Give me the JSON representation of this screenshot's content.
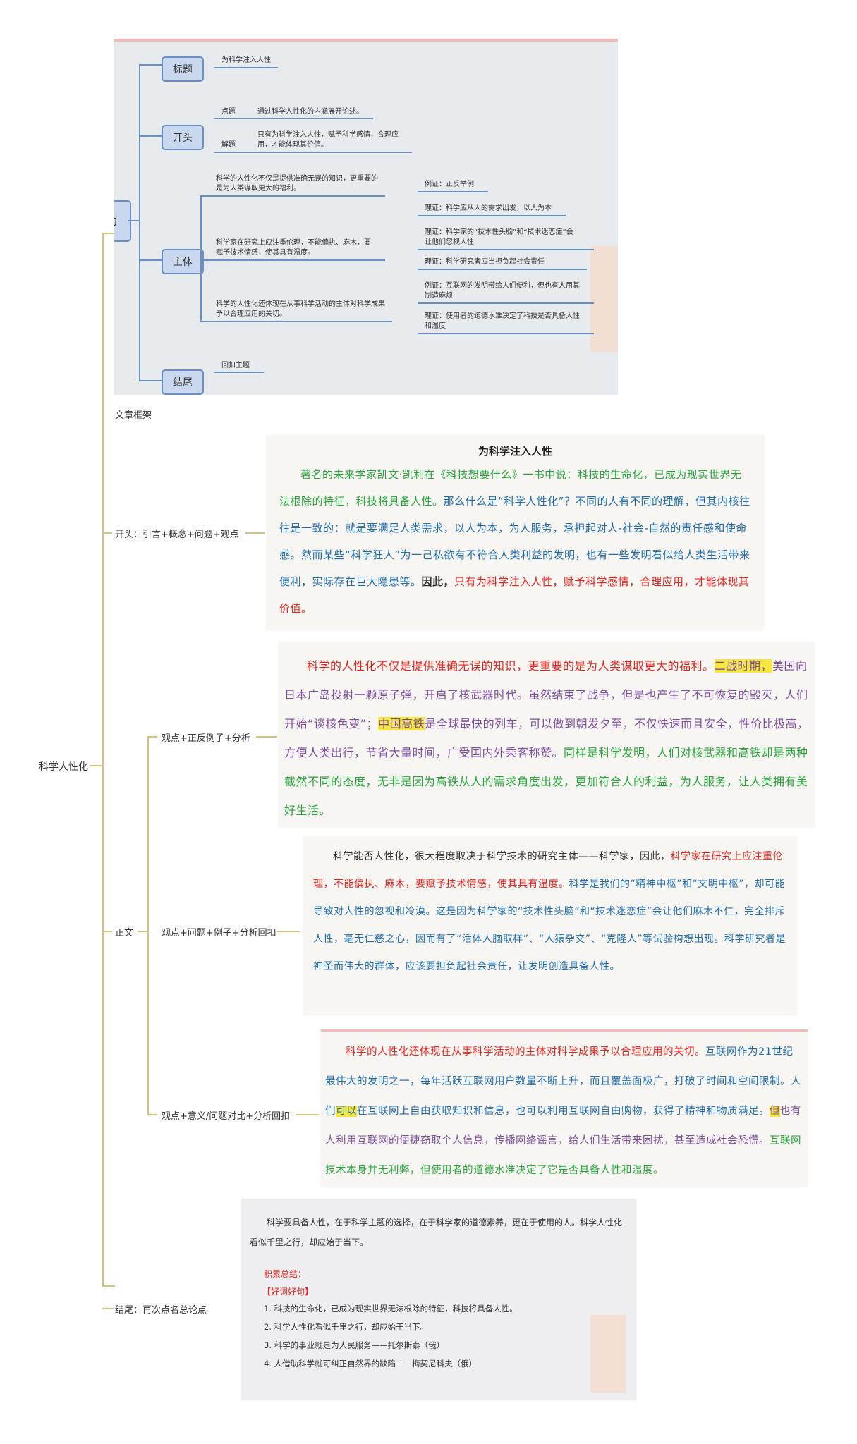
{
  "root": {
    "label": "科学人性化"
  },
  "branches": {
    "framework": "文章框架",
    "opening": "开头：引言+概念+问题+观点",
    "body": "正文",
    "body_subs": [
      "观点+正反例子+分析",
      "观点+问题+例子+分析回扣",
      "观点+意义/问题对比+分析回扣"
    ],
    "ending": "结尾：再次点名总论点"
  },
  "mindmap": {
    "center_partial": "句",
    "title_node": "标题",
    "title_text": "为科学注入人性",
    "opening_node": "开头",
    "opening_items": [
      {
        "tag": "点题",
        "text": "通过科学人性化的内涵展开论述。"
      },
      {
        "tag": "解题",
        "text": "只有为科学注入人性，赋予科学感情，合理应用，才能体现其价值。"
      }
    ],
    "body_node": "主体",
    "body_points": [
      "科学的人性化不仅是提供准确无误的知识，更重要的是为人类谋取更大的福利。",
      "科学家在研究上应注重伦理，不能偏执、麻木，要赋予技术情感，使其具有温度。",
      "科学的人性化还体现在从事科学活动的主体对科学成果予以合理应用的关切。"
    ],
    "body_leaves": [
      "例证：正反举例",
      "理证：科学应从人的需求出发，以人为本",
      "理证：科学家的“技术性头脑”和“技术迷恋症”会让他们忽视人性",
      "理证：科学研究者应当担负起社会责任",
      "例证：互联网的发明带给人们便利，但也有人用其制造麻烦",
      "理证：使用者的道德水准决定了科技是否具备人性和温度"
    ],
    "ending_node": "结尾",
    "ending_text": "回扣主题"
  },
  "essay": {
    "title": "为科学注入人性",
    "p1": [
      {
        "t": "著名的未来学家凯文·凯利在《科技想要什么》一书中说：科技的生命化，已成为现实世界无法根除的特征，科技将具备人性。",
        "c": "green"
      },
      {
        "t": "那么什么是“科学人性化”？不同的人有不同的理解，但其内核往往是一致的：就是要满足人类需求，以人为本，为人服务，承担起对人-社会-自然的责任感和使命感。然而某些“科学狂人”为一己私欲有不符合人类利益的发明，也有一些发明看似给人类生活带来便利，实际存在巨大隐患等。",
        "c": "blue"
      },
      {
        "t": "因此，",
        "c": "dark"
      },
      {
        "t": "只有为科学注入人性，赋予科学感情，合理应用，才能体现其价值。",
        "c": "red"
      }
    ]
  },
  "para2": [
    {
      "t": "科学的人性化不仅是提供准确无误的知识，更重要的是为人类谋取更大的福利。",
      "c": "red"
    },
    {
      "t": "二战时期，",
      "c": "purple",
      "hl": true
    },
    {
      "t": "美国向日本广岛投射一颗原子弹，开启了核武器时代。虽然结束了战争，但是也产生了不可恢复的毁灭，人们开始“谈核色变”；",
      "c": "purple"
    },
    {
      "t": "中国高铁",
      "c": "purple",
      "hl": true
    },
    {
      "t": "是全球最快的列车，可以做到朝发夕至，不仅快速而且安全，性价比极高，方便人类出行，节省大量时间，广受国内外乘客称赞。",
      "c": "purple"
    },
    {
      "t": "同样是科学发明，人们对核武器和高铁却是两种截然不同的态度，无非是因为高铁从人的需求角度出发，更加符合人的利益，为人服务，让人类拥有美好生活。",
      "c": "green"
    }
  ],
  "para3": [
    {
      "t": "科学能否人性化，很大程度取决于科学技术的研究主体——科学家，因此，",
      "c": "dark"
    },
    {
      "t": "科学家在研究上应注重伦理，不能偏执、麻木，要赋予技术情感，使其具有温度。",
      "c": "red"
    },
    {
      "t": "科学是我们的“精神中枢”和“文明中枢”，却可能导致对人性的忽视和冷漠。这是因为科学家的“技术性头脑”和“技术迷恋症”会让他们麻木不仁，完全排斥人性，毫无仁慈之心，因而有了“活体人脑取样”、“人猿杂交”、“克隆人”等试验构想出现。科学研究者是神圣而伟大的群体，应该要担负起社会责任，让发明创造具备人性。",
      "c": "blue"
    }
  ],
  "para4": [
    {
      "t": "科学的人性化还体现在从事科学活动的主体对科学成果予以合理应用的关切。",
      "c": "red"
    },
    {
      "t": "互联网作为21世纪最伟大的发明之一，每年活跃互联网用户数量不断上升，而且覆盖面极广，打破了时间和空间限制。人们",
      "c": "blue"
    },
    {
      "t": "可以",
      "c": "blue",
      "hl": true
    },
    {
      "t": "在互联网上自由获取知识和信息，也可以利用互联网自由购物，获得了精神和物质满足。",
      "c": "blue"
    },
    {
      "t": "但",
      "c": "purple",
      "hl": true
    },
    {
      "t": "也有人利用互联网的便捷窃取个人信息，传播网络谣言，给人们生活带来困扰，甚至造成社会恐慌。",
      "c": "purple"
    },
    {
      "t": "互联网技术本身并无利弊，但使用者的道德水准决定了它是否具备人性和温度。",
      "c": "green"
    }
  ],
  "ending_panel": {
    "text": "科学要具备人性，在于科学主题的选择，在于科学家的道德素养，更在于使用的人。科学人性化看似千里之行，却应始于当下。",
    "summary_title": "积累总结：",
    "good_words": "【好词好句】",
    "items": [
      "1. 科技的生命化，已成为现实世界无法根除的特征，科技将具备人性。",
      "2. 科学人性化看似千里之行，却应始于当下。",
      "3. 科学的事业就是为人民服务——托尔斯泰（俄）",
      "4. 人借助科学就可纠正自然界的缺陷——梅契尼科夫（俄）"
    ]
  },
  "colors": {
    "connector": "#d8c27a",
    "red": "#e8211c",
    "green": "#26a33a",
    "blue": "#1e6bb0",
    "purple": "#7b4ea0",
    "highlight": "#f6e640",
    "node_border": "#6a8ec4"
  }
}
